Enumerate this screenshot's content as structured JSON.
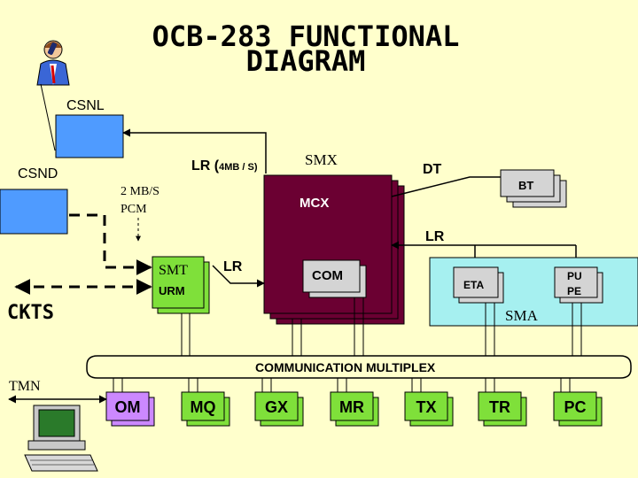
{
  "title": {
    "line1": "OCB-283 FUNCTIONAL",
    "line2": "DIAGRAM"
  },
  "labels": {
    "csnl": "CSNL",
    "csnd": "CSND",
    "lr_top_prefix": "LR (",
    "lr_top_rate": "4MB / S)",
    "smx": "SMX",
    "dt": "DT",
    "pcm_line1": "2 MB/S",
    "pcm_line2": "PCM",
    "mcx": "MCX",
    "bt": "BT",
    "lr_right": "LR",
    "smt": "SMT",
    "urm": "URM",
    "lr_mid": "LR",
    "com": "COM",
    "eta": "ETA",
    "pu": "PU",
    "pe": "PE",
    "sma": "SMA",
    "ckts": "CKTS",
    "multiplex": "COMMUNICATION MULTIPLEX",
    "tmn": "TMN"
  },
  "bottom_units": [
    "OM",
    "MQ",
    "GX",
    "MR",
    "TX",
    "TR",
    "PC"
  ],
  "colors": {
    "background": "#ffffcc",
    "blue_box": "#4f9bff",
    "mcx": "#6b0032",
    "smt": "#7fe03a",
    "sma": "#a6f0f0",
    "gray_box": "#d4d4d4",
    "om": "#cc88ff",
    "bus": "#222222"
  },
  "icons": {
    "person": "person-on-phone-icon",
    "terminal": "computer-terminal-icon"
  }
}
